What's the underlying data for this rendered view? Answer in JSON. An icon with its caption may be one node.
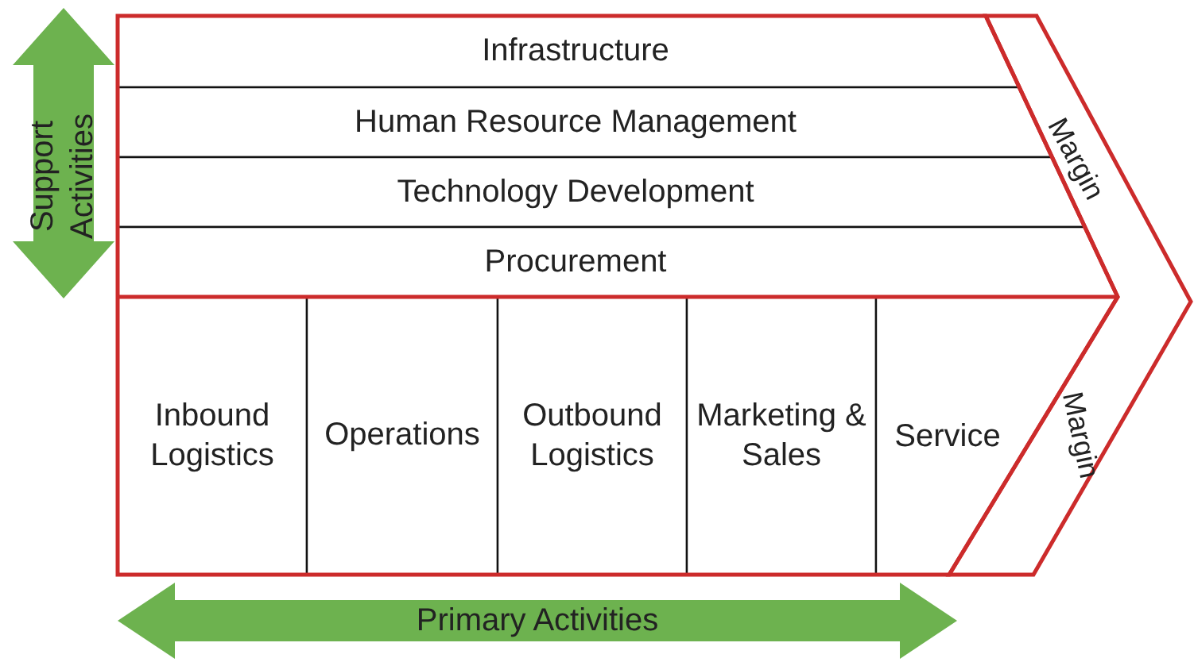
{
  "diagram": {
    "nodes": [
      {
        "text": [
          "Infrastructure"
        ]
      },
      {
        "text": [
          "Human Resource Management"
        ]
      },
      {
        "text": [
          "Technology Development"
        ]
      },
      {
        "text": [
          "Procurement"
        ]
      },
      {
        "text": [
          "Inbound Logistics"
        ]
      },
      {
        "text": [
          "Operations"
        ]
      },
      {
        "text": [
          "Outbound Logistics"
        ]
      },
      {
        "text": [
          "Marketing & Sales"
        ]
      },
      {
        "text": [
          "Service"
        ]
      },
      {
        "text": [
          "Margin",
          "Margin"
        ]
      },
      {
        "text": [
          "Support Activities"
        ]
      },
      {
        "text": [
          "Primary Activities"
        ]
      }
    ]
  }
}
